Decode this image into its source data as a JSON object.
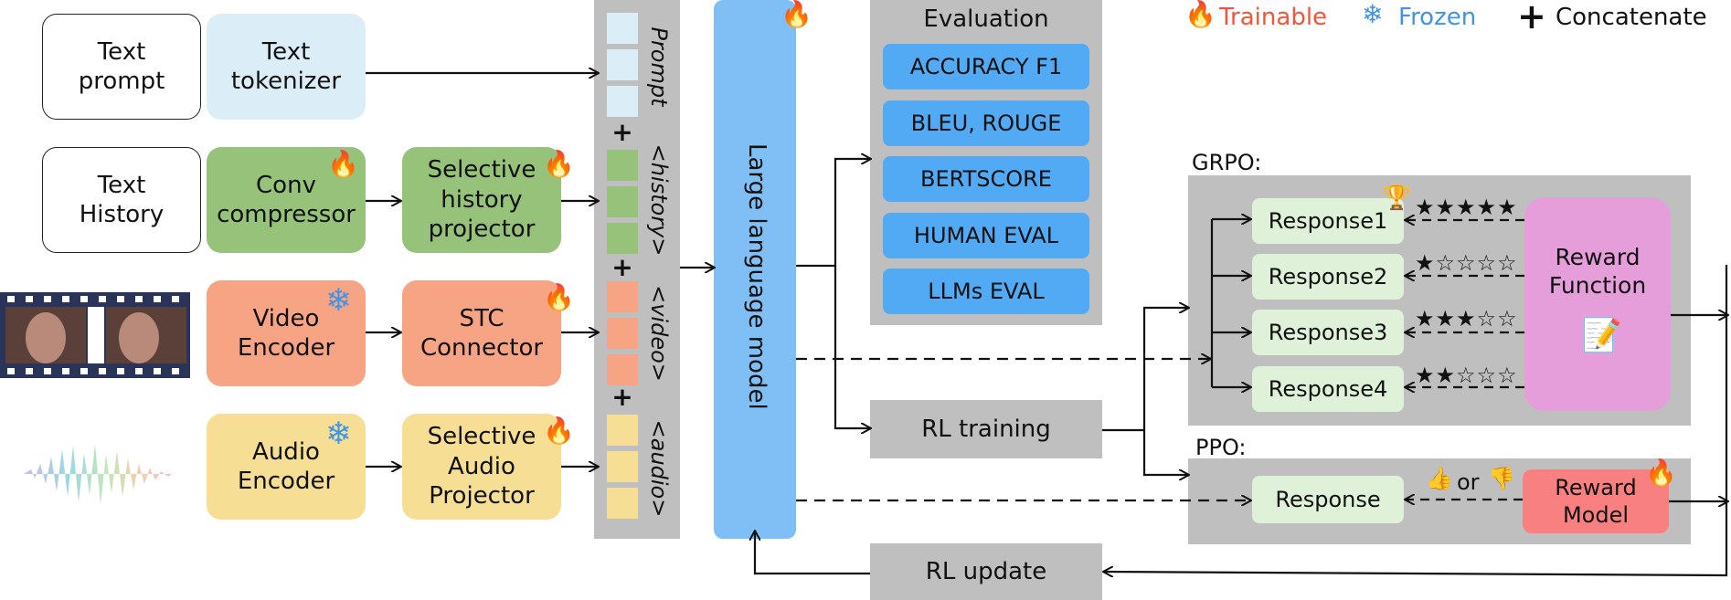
{
  "legend": {
    "trainable": "Trainable",
    "frozen": "Frozen",
    "concatenate": "Concatenate",
    "trainable_color": "#f2553a",
    "frozen_color": "#3f94e8",
    "fire_icon": "fire-icon",
    "snowflake_icon": "snowflake-icon",
    "plus_icon": "plus-icon"
  },
  "inputs": {
    "text_prompt": "Text\nprompt",
    "text_history": "Text\nHistory"
  },
  "encoders": {
    "text_tokenizer": "Text\ntokenizer",
    "conv_compressor": "Conv\ncompressor",
    "video_encoder": "Video\nEncoder",
    "audio_encoder": "Audio\nEncoder"
  },
  "projectors": {
    "selective_history": "Selective\nhistory\nprojector",
    "stc_connector": "STC\nConnector",
    "selective_audio": "Selective\nAudio\nProjector"
  },
  "token_labels": {
    "prompt": "Prompt",
    "history": "<history>",
    "video": "<video>",
    "audio": "<audio>"
  },
  "llm": {
    "label": "Large language model"
  },
  "evaluation": {
    "title": "Evaluation",
    "metrics": [
      "ACCURACY F1",
      "BLEU, ROUGE",
      "BERTSCORE",
      "HUMAN EVAL",
      "LLMs EVAL"
    ]
  },
  "rl": {
    "training": "RL training",
    "update": "RL update"
  },
  "grpo": {
    "title": "GRPO:",
    "responses": [
      "Response1",
      "Response2",
      "Response3",
      "Response4"
    ],
    "ratings": [
      "★★★★★",
      "★☆☆☆☆",
      "★★★☆☆",
      "★★☆☆☆"
    ],
    "reward_function": "Reward\nFunction"
  },
  "ppo": {
    "title": "PPO:",
    "response": "Response",
    "or_text": "or",
    "reward_model": "Reward\nModel"
  },
  "colors": {
    "lightblue": "#dbeef8",
    "green": "#97c27a",
    "orange": "#f7a484",
    "yellow": "#f7de95",
    "llm": "#7fbff5",
    "eval_button": "#51aaf3",
    "response": "#dff1d9",
    "reward_function": "#e59ed9",
    "reward_model": "#f98080",
    "panel": "#bfbfbf"
  }
}
